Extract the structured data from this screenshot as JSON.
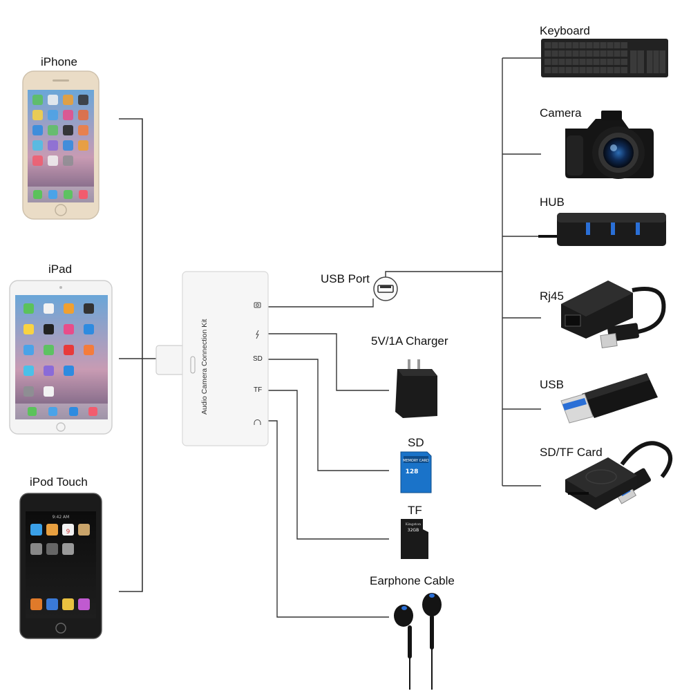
{
  "devices": {
    "iphone": "iPhone",
    "ipad": "iPad",
    "ipod": "iPod Touch"
  },
  "kit": {
    "title": "Audio Camera Connection Kit",
    "port_sd": "SD",
    "port_tf": "TF"
  },
  "ports": {
    "usb_port": "USB Port",
    "charger": "5V/1A  Charger",
    "sd": "SD",
    "tf": "TF",
    "earphone": "Earphone Cable"
  },
  "peripherals": {
    "keyboard": "Keyboard",
    "camera": "Camera",
    "hub": "HUB",
    "rj45": "Rj45",
    "usb": "USB",
    "sd_tf_card": "SD/TF Card"
  },
  "card_text": {
    "sd_brand": "MEMORY CARD",
    "sd_capacity": "128",
    "tf_brand": "Kingston",
    "tf_capacity": "32GB"
  },
  "ipod_screen": {
    "time": "9:42 AM",
    "calendar_day": "9"
  },
  "colors": {
    "line": "#333333",
    "device_white": "#f4f4f4",
    "device_gold": "#e9d8c0",
    "black_device": "#1b1b1b",
    "sd_blue": "#1a73c9",
    "usb_blue": "#2a6fd6"
  }
}
